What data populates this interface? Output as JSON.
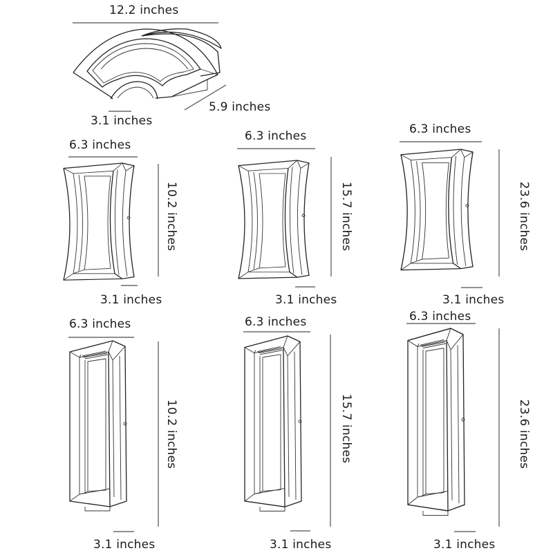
{
  "units": "inches",
  "fixtures": [
    {
      "id": "fan",
      "shape": "fan-shaped wall light",
      "width_label": "12.2 inches",
      "depth_label": "5.9 inches",
      "bottom_label": "3.1 inches"
    },
    {
      "id": "curved-small",
      "shape": "concave-sided wall light",
      "width_label": "6.3 inches",
      "height_label": "10.2 inches",
      "depth_label": "3.1 inches"
    },
    {
      "id": "curved-medium",
      "shape": "concave-sided wall light",
      "width_label": "6.3 inches",
      "height_label": "15.7 inches",
      "depth_label": "3.1 inches"
    },
    {
      "id": "curved-large",
      "shape": "concave-sided wall light",
      "width_label": "6.3 inches",
      "height_label": "23.6 inches",
      "depth_label": "3.1 inches"
    },
    {
      "id": "rect-small",
      "shape": "rectangular wall light",
      "width_label": "6.3 inches",
      "height_label": "10.2 inches",
      "depth_label": "3.1 inches"
    },
    {
      "id": "rect-medium",
      "shape": "rectangular wall light",
      "width_label": "6.3 inches",
      "height_label": "15.7 inches",
      "depth_label": "3.1 inches"
    },
    {
      "id": "rect-large",
      "shape": "rectangular wall light",
      "width_label": "6.3 inches",
      "height_label": "23.6 inches",
      "depth_label": "3.1 inches"
    }
  ]
}
